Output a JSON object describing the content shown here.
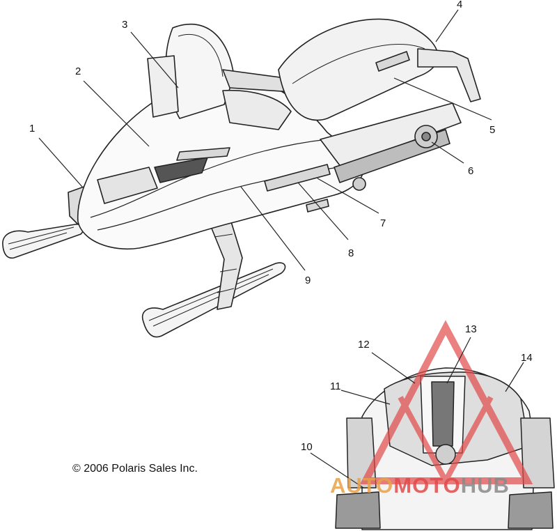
{
  "callouts": [
    "1",
    "2",
    "3",
    "4",
    "5",
    "6",
    "7",
    "8",
    "9",
    "10",
    "11",
    "12",
    "13",
    "14"
  ],
  "copyright": "© 2006 Polaris Sales Inc.",
  "watermark": {
    "part1": "AUTO",
    "part2": "MOTO",
    "part3": "HUB",
    "color1": "#e8a24a",
    "color2": "#e24a4a",
    "color3": "#8a8a8a"
  }
}
